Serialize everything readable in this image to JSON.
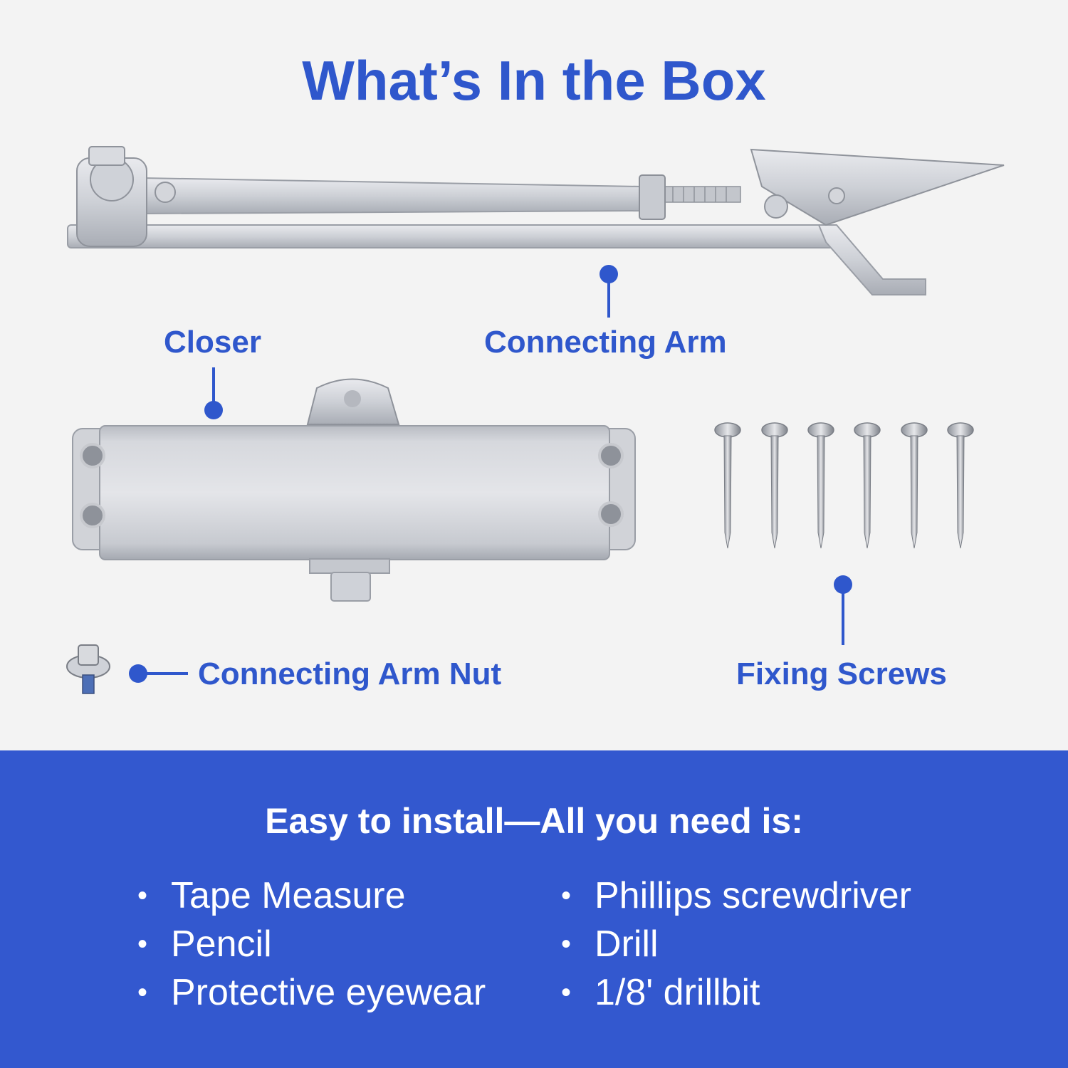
{
  "title": "What’s In the Box",
  "items": {
    "arm": "Connecting Arm",
    "closer": "Closer",
    "nut": "Connecting Arm Nut",
    "screws": "Fixing Screws"
  },
  "install": {
    "heading": "Easy to install—All you need is:",
    "left": [
      "Tape Measure",
      "Pencil",
      "Protective eyewear"
    ],
    "right": [
      "Phillips screwdriver",
      "Drill",
      "1/8' drillbit"
    ]
  },
  "colors": {
    "accent": "#2f57cc",
    "band": "#3358cf",
    "background": "#f3f3f3",
    "metal": "#cfd2d8"
  }
}
